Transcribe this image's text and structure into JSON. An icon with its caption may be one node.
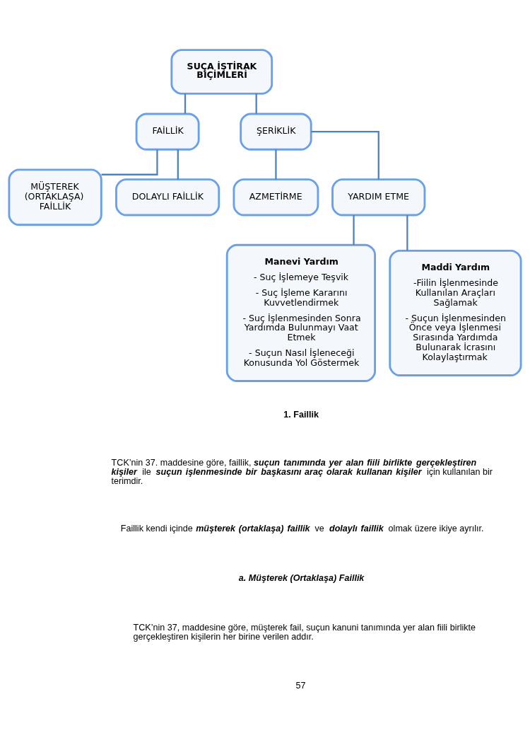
{
  "diagram": {
    "nodes": [
      {
        "text": [
          "SUÇA İŞTİRAK BİÇİMLERİ"
        ]
      },
      {
        "text": [
          "FAİLLİK"
        ]
      },
      {
        "text": [
          "ŞERİKLİK"
        ]
      },
      {
        "text": [
          "MÜŞTEREK (ORTAKLAŞA) FAİLLİK"
        ]
      },
      {
        "text": [
          "DOLAYLI FAİLLİK"
        ]
      },
      {
        "text": [
          "AZMETİRME"
        ]
      },
      {
        "text": [
          "YARDIM ETME"
        ]
      },
      {
        "text": [
          "Manevi Yardım",
          "- Suç İşlemeye Teşvik",
          "- Suç İşleme Kararını Kuvvetlendirmek",
          "- Suç İşlenmesinden Sonra Yardımda Bulunmayı Vaat Etmek",
          "- Suçun Nasıl İşleneceği Konusunda Yol Göstermek"
        ]
      },
      {
        "text": [
          "Maddi Yardım",
          "-Fiilin İşlenmesinde Kullanılan Araçları Sağlamak",
          "- Suçun İşlenmesinden Önce veya İşlenmesi Sırasında Yardımda Bulunarak İcrasını Kolaylaştırmak"
        ]
      }
    ],
    "edges": [
      {
        "from": 0,
        "to": 1,
        "arrow": "none"
      },
      {
        "from": 0,
        "to": 2,
        "arrow": "none"
      },
      {
        "from": 1,
        "to": 3,
        "arrow": "none"
      },
      {
        "from": 1,
        "to": 4,
        "arrow": "none"
      },
      {
        "from": 2,
        "to": 5,
        "arrow": "none"
      },
      {
        "from": 2,
        "to": 6,
        "arrow": "none"
      },
      {
        "from": 6,
        "to": 7,
        "arrow": "none"
      },
      {
        "from": 6,
        "to": 8,
        "arrow": "none"
      }
    ],
    "labels": [
      "1. Faillik",
      "TCK’nin 37. maddesine göre, faillik, **suçun tanımında yer alan fiili birlikte gerçekleştiren kişiler** ile **suçun işlenmesinde bir başkasını araç olarak kullanan kişiler** için kullanılan bir terimdir.",
      "Faillik kendi içinde **müşterek (ortaklaşa) faillik** ve **dolaylı faillik** olmak üzere ikiye ayrılır.",
      "a. Müşterek (Ortaklaşa) Faillik",
      "TCK’nin 37, maddesine göre, müşterek fail, suçun kanuni tanımında yer alan fiili birlikte gerçekleştiren kişilerin her birine verilen addır.",
      "57"
    ]
  }
}
